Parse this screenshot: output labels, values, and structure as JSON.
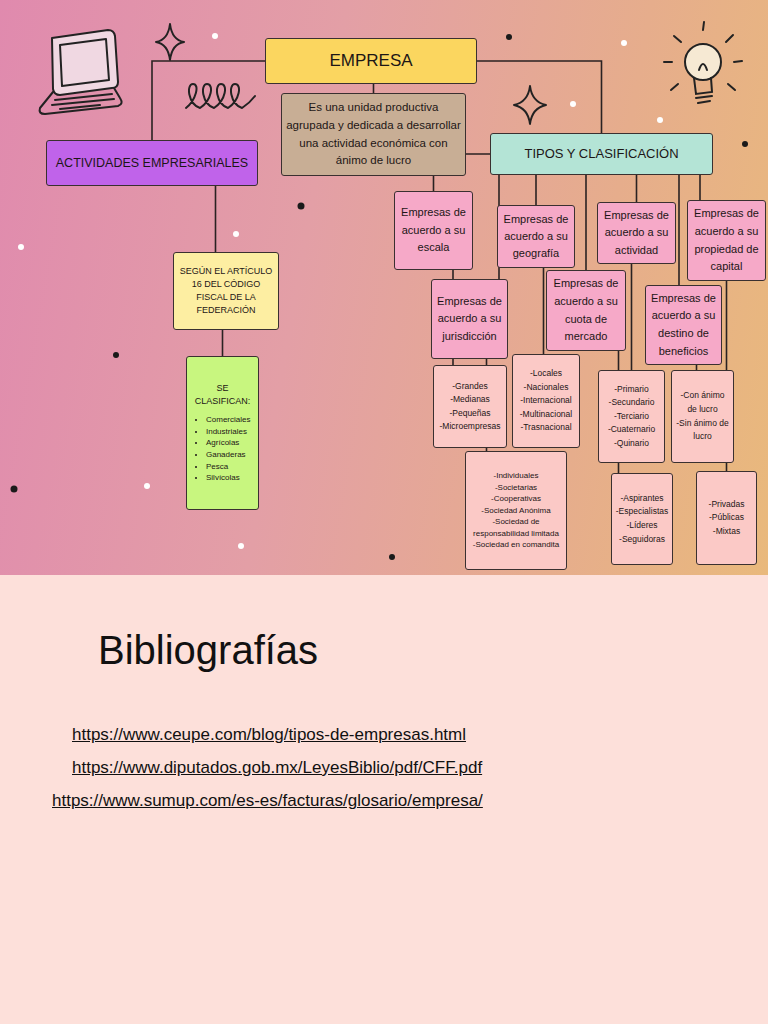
{
  "diagram": {
    "nodes": [
      {
        "text": [
          "EMPRESA"
        ]
      },
      {
        "text": [
          "Es una unidad productiva agrupada y dedicada a desarrollar una actividad económica con ánimo de lucro"
        ]
      },
      {
        "text": [
          "ACTIVIDADES EMPRESARIALES"
        ]
      },
      {
        "text": [
          "TIPOS Y CLASIFICACIÓN"
        ]
      },
      {
        "text": [
          "SEGÚN EL ARTÍCULO 16 DEL CÓDIGO FISCAL DE LA FEDERACIÓN"
        ]
      },
      {
        "text": [
          "SE CLASIFICAN:",
          "Comerciales",
          "Industriales",
          "Agrícolas",
          "Ganaderas",
          "Pesca",
          "Silvícolas"
        ]
      },
      {
        "text": [
          "Empresas de acuerdo a su escala"
        ]
      },
      {
        "text": [
          "Empresas de acuerdo a su geografía"
        ]
      },
      {
        "text": [
          "Empresas de acuerdo a su actividad"
        ]
      },
      {
        "text": [
          "Empresas de acuerdo a su propiedad de capital"
        ]
      },
      {
        "text": [
          "Empresas de acuerdo a su jurisdicción"
        ]
      },
      {
        "text": [
          "Empresas de acuerdo a su cuota de mercado"
        ]
      },
      {
        "text": [
          "Empresas de acuerdo a su destino de beneficios"
        ]
      },
      {
        "text": [
          "-Grandes",
          "-Medianas",
          "-Pequeñas",
          "-Microempresas"
        ]
      },
      {
        "text": [
          "-Locales",
          "-Nacionales",
          "-Internacional",
          "-Multinacional",
          "-Trasnacional"
        ]
      },
      {
        "text": [
          "-Primario",
          "-Secundario",
          "-Terciario",
          "-Cuaternario",
          "-Quinario"
        ]
      },
      {
        "text": [
          "-Con ánimo de lucro",
          "-Sin ánimo de lucro"
        ]
      },
      {
        "text": [
          "-Individuales",
          "-Societarias",
          "-Cooperativas",
          "-Sociedad Anónima",
          "-Sociedad de responsabilidad limitada",
          "-Sociedad en comandita"
        ]
      },
      {
        "text": [
          "-Aspirantes",
          "-Especialistas",
          "-Líderes",
          "-Seguidoras"
        ]
      },
      {
        "text": [
          "-Privadas",
          "-Públicas",
          "-Mixtas"
        ]
      }
    ],
    "edges": [
      {
        "from": 0,
        "to": 1,
        "arrow": "none"
      },
      {
        "from": 0,
        "to": 2,
        "arrow": "none"
      },
      {
        "from": 0,
        "to": 3,
        "arrow": "none"
      },
      {
        "from": 2,
        "to": 4,
        "arrow": "none"
      },
      {
        "from": 4,
        "to": 5,
        "arrow": "none"
      },
      {
        "from": 3,
        "to": 6,
        "arrow": "none"
      },
      {
        "from": 3,
        "to": 7,
        "arrow": "none"
      },
      {
        "from": 3,
        "to": 8,
        "arrow": "none"
      },
      {
        "from": 3,
        "to": 9,
        "arrow": "none"
      },
      {
        "from": 3,
        "to": 10,
        "arrow": "none"
      },
      {
        "from": 3,
        "to": 11,
        "arrow": "none"
      },
      {
        "from": 3,
        "to": 12,
        "arrow": "none"
      },
      {
        "from": 6,
        "to": 13,
        "arrow": "none"
      },
      {
        "from": 7,
        "to": 14,
        "arrow": "none"
      },
      {
        "from": 8,
        "to": 15,
        "arrow": "none"
      },
      {
        "from": 12,
        "to": 16,
        "arrow": "none"
      },
      {
        "from": 10,
        "to": 17,
        "arrow": "none"
      },
      {
        "from": 11,
        "to": 18,
        "arrow": "none"
      },
      {
        "from": 9,
        "to": 19,
        "arrow": "none"
      }
    ],
    "labels": [
      "Bibliografías",
      "https://www.ceupe.com/blog/tipos-de-empresas.html",
      "https://www.diputados.gob.mx/LeyesBiblio/pdf/CFF.pdf",
      "https://www.sumup.com/es-es/facturas/glosario/empresa/"
    ]
  }
}
